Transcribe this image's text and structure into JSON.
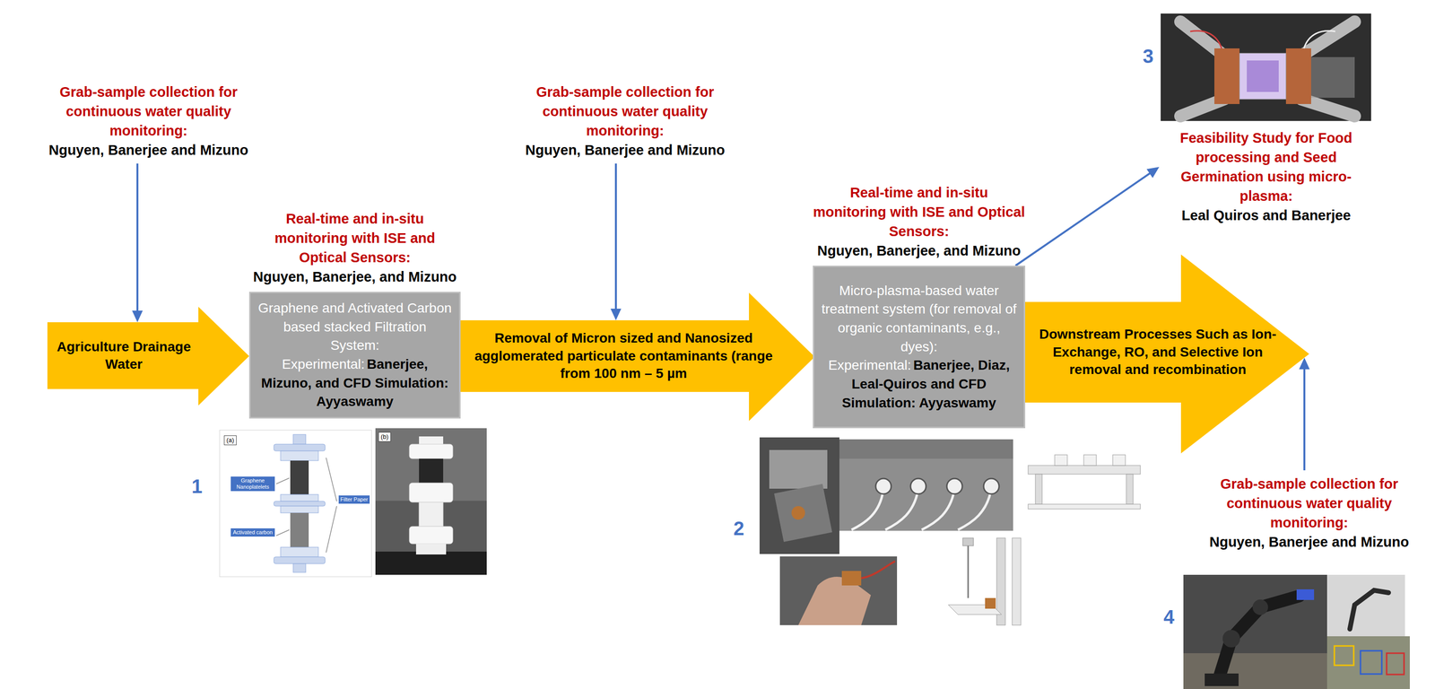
{
  "diagram": {
    "nodes": [
      {
        "text": [
          "Grab-sample collection for continuous water quality monitoring:",
          "Nguyen, Banerjee and Mizuno"
        ]
      },
      {
        "text": [
          "Agriculture Drainage Water"
        ]
      },
      {
        "text": [
          "Real-time and in-situ monitoring with ISE and Optical Sensors:",
          "Nguyen, Banerjee, and Mizuno",
          "Graphene and Activated Carbon based stacked Filtration System:",
          "Experimental:",
          "Banerjee, Mizuno, and CFD Simulation: Ayyaswamy"
        ]
      },
      {
        "text": [
          "Grab-sample collection for continuous water quality monitoring:",
          "Nguyen, Banerjee and Mizuno"
        ]
      },
      {
        "text": [
          "Removal of Micron sized and Nanosized agglomerated particulate contaminants (range from 100 nm – 5 µm"
        ]
      },
      {
        "text": [
          "Real-time and in-situ monitoring with ISE and Optical Sensors:",
          "Nguyen, Banerjee, and Mizuno",
          "Micro-plasma-based water treatment system (for removal of organic contaminants, e.g., dyes):",
          "Experimental:",
          "Banerjee, Diaz, Leal-Quiros and CFD Simulation: Ayyaswamy"
        ]
      },
      {
        "text": [
          "Feasibility Study for Food processing and Seed Germination using micro-plasma:",
          "Leal Quiros and Banerjee"
        ]
      },
      {
        "text": [
          "Downstream Processes Such as Ion-Exchange, RO, and Selective Ion removal and recombination"
        ]
      },
      {
        "text": [
          "Grab-sample collection for continuous water quality monitoring:",
          "Nguyen, Banerjee and Mizuno"
        ]
      }
    ],
    "edges": [
      {
        "from": 0,
        "to": 1,
        "arrow": "to"
      },
      {
        "from": 3,
        "to": 4,
        "arrow": "to"
      },
      {
        "from": 5,
        "to": 6,
        "arrow": "to"
      },
      {
        "from": 8,
        "to": 7,
        "arrow": "to"
      }
    ],
    "labels": [
      "1",
      "(a)",
      "Graphene Nanoplatelets",
      "Activated carbon",
      "Filter Paper",
      "(b)",
      "2",
      "3",
      "4"
    ]
  }
}
